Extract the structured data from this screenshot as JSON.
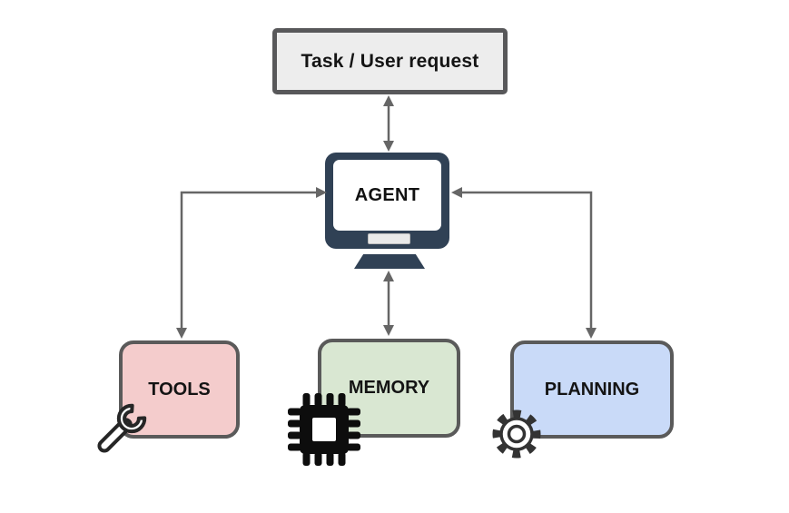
{
  "diagram": {
    "title": "Agent architecture diagram",
    "task_box": {
      "label": "Task / User request",
      "fill": "#ededed",
      "border_color": "#58585a"
    },
    "agent": {
      "label": "AGENT",
      "body_color": "#304155",
      "screen_color": "#ffffff"
    },
    "modules": [
      {
        "id": "tools",
        "label": "TOOLS",
        "fill": "#f4cccc",
        "icon": "wrench-icon"
      },
      {
        "id": "memory",
        "label": "MEMORY",
        "fill": "#d9e7d2",
        "icon": "chip-icon"
      },
      {
        "id": "planning",
        "label": "PLANNING",
        "fill": "#c9daf8",
        "icon": "gear-icon"
      }
    ],
    "connections": [
      {
        "between": [
          "Task / User request",
          "AGENT"
        ],
        "type": "bidirectional-straight"
      },
      {
        "between": [
          "AGENT",
          "MEMORY"
        ],
        "type": "bidirectional-straight"
      },
      {
        "between": [
          "AGENT",
          "TOOLS"
        ],
        "type": "bidirectional-elbow"
      },
      {
        "between": [
          "AGENT",
          "PLANNING"
        ],
        "type": "bidirectional-elbow"
      }
    ],
    "arrow_color": "#666666",
    "module_border_color": "#5a5a5a",
    "background": "#ffffff"
  }
}
